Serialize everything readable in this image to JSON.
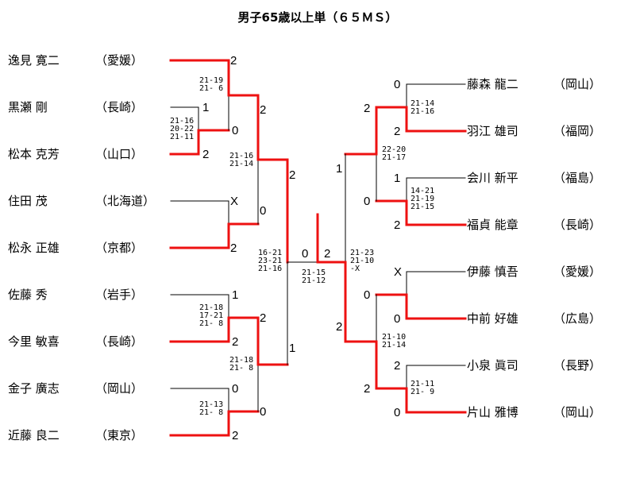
{
  "title": "男子65歳以上単（６５ＭＳ）",
  "colors": {
    "win_line": "#ee1111",
    "line": "#000000"
  },
  "left_players": [
    {
      "name": "逸見 寛二",
      "team": "（愛媛）"
    },
    {
      "name": "黒瀬 剛",
      "team": "（長崎）"
    },
    {
      "name": "松本 克芳",
      "team": "（山口）"
    },
    {
      "name": "住田 茂",
      "team": "（北海道）"
    },
    {
      "name": "松永 正雄",
      "team": "（京都）"
    },
    {
      "name": "佐藤 秀",
      "team": "（岩手）"
    },
    {
      "name": "今里 敏喜",
      "team": "（長崎）"
    },
    {
      "name": "金子 廣志",
      "team": "（岡山）"
    },
    {
      "name": "近藤 良二",
      "team": "（東京）"
    }
  ],
  "right_players": [
    {
      "name": "藤森 龍二",
      "team": "（岡山）"
    },
    {
      "name": "羽江 雄司",
      "team": "（福岡）"
    },
    {
      "name": "会川 新平",
      "team": "（福島）"
    },
    {
      "name": "福貞 能章",
      "team": "（長崎）"
    },
    {
      "name": "伊藤 慎吾",
      "team": "（愛媛）"
    },
    {
      "name": "中前 好雄",
      "team": "（広島）"
    },
    {
      "name": "小泉 眞司",
      "team": "（長野）"
    },
    {
      "name": "片山 雅博",
      "team": "（岡山）"
    }
  ],
  "scores": [
    "2",
    "1",
    "0",
    "2",
    "2",
    "X",
    "0",
    "2",
    "1",
    "2",
    "2",
    "1",
    "0",
    "2",
    "0",
    "2",
    "0",
    "2",
    "2",
    "1",
    "1",
    "0",
    "2",
    "X",
    "0",
    "0",
    "2",
    "2",
    "2",
    "0",
    "2"
  ],
  "game_scores": [
    [
      "21-19",
      "21- 6"
    ],
    [
      "21-16",
      "20-22",
      "21-11"
    ],
    [
      "21-16",
      "21-14"
    ],
    [
      "21-18",
      "17-21",
      "21- 8"
    ],
    [
      "21-18",
      "21- 8"
    ],
    [
      "21-13",
      "21- 8"
    ],
    [
      "16-21",
      "23-21",
      "21-16"
    ],
    [
      "21-15",
      "21-12"
    ],
    [
      "21-23",
      "21-10",
      "-X"
    ],
    [
      "21-14",
      "21-16"
    ],
    [
      "22-20",
      "21-17"
    ],
    [
      "14-21",
      "21-19",
      "21-15"
    ],
    [
      "21-10",
      "21-14"
    ],
    [
      "21-11",
      "21- 9"
    ]
  ]
}
